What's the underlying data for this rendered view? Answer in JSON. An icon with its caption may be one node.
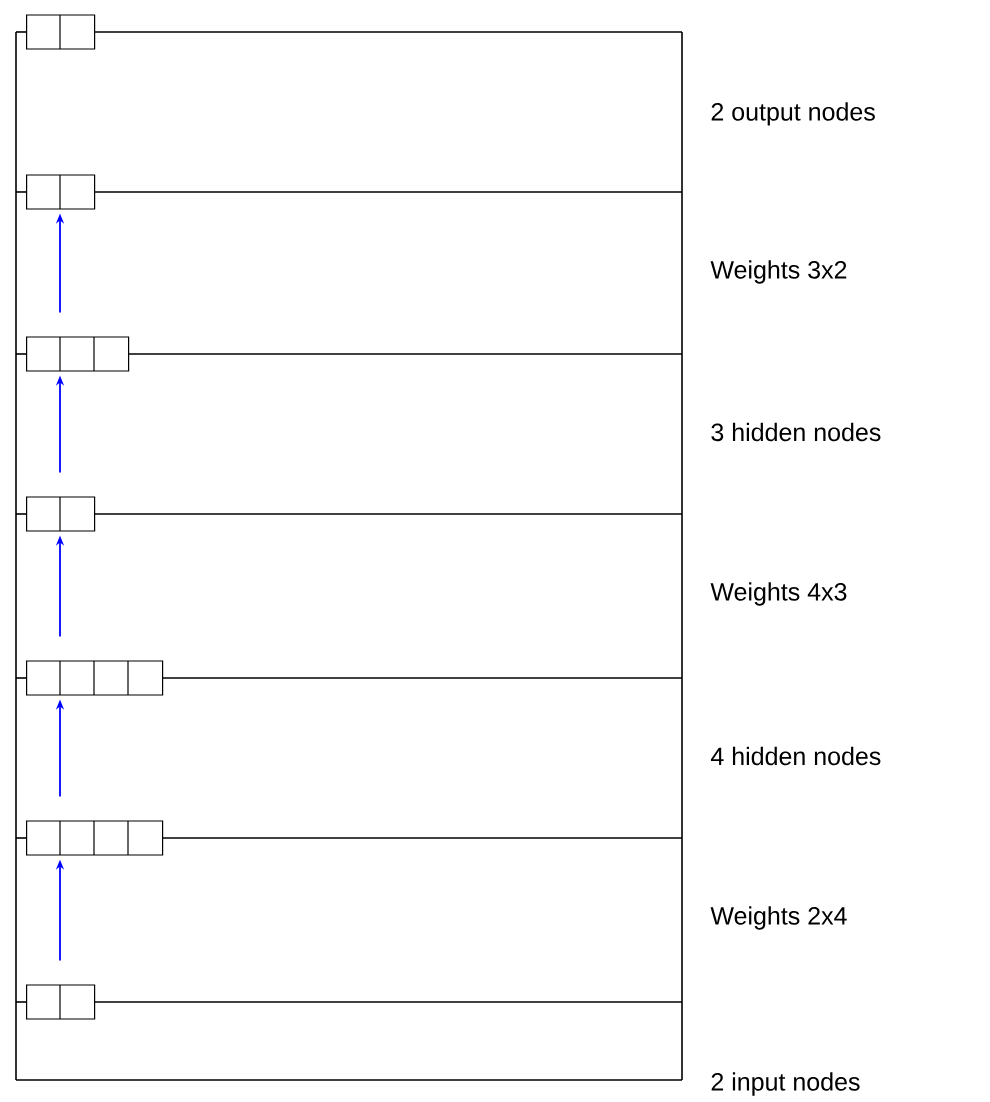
{
  "diagram": {
    "nodes": [
      {
        "text": [],
        "shape": "box"
      },
      {
        "text": [],
        "shape": "box"
      },
      {
        "text": [],
        "shape": "box"
      },
      {
        "text": [],
        "shape": "box"
      },
      {
        "text": [],
        "shape": "box"
      },
      {
        "text": [],
        "shape": "box"
      },
      {
        "text": [],
        "shape": "box"
      }
    ],
    "edges": [
      {
        "from": 6,
        "to": 5,
        "arrow": "to"
      },
      {
        "from": 5,
        "to": 4,
        "arrow": "to"
      },
      {
        "from": 4,
        "to": 3,
        "arrow": "to"
      },
      {
        "from": 3,
        "to": 2,
        "arrow": "to"
      },
      {
        "from": 2,
        "to": 1,
        "arrow": "to"
      }
    ],
    "labels": [
      "2 output nodes",
      "Weights 3x2",
      "3 hidden nodes",
      "Weights 4x3",
      "4 hidden nodes",
      "Weights 2x4",
      "2 input nodes"
    ]
  }
}
